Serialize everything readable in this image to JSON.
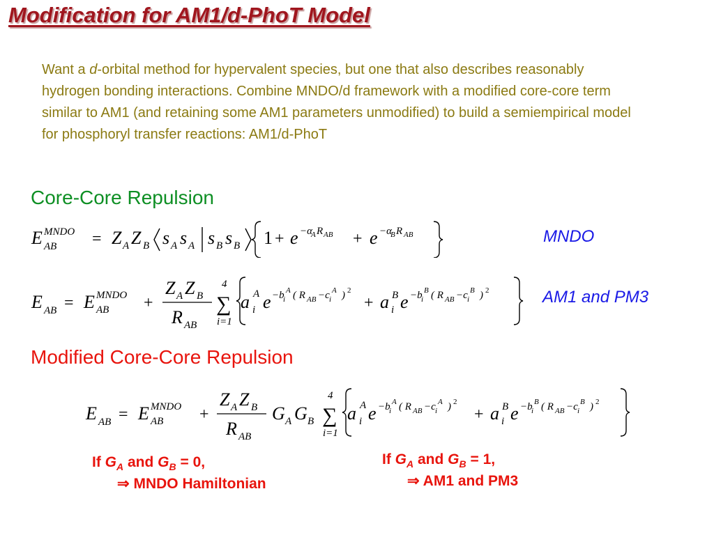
{
  "slide": {
    "title": "Modification for AM1/d-PhoT Model",
    "intro": {
      "part1": "Want a ",
      "italic": "d",
      "part2": "-orbital method for hypervalent species, but one that also describes reasonably hydrogen bonding interactions.  Combine MNDO/d framework with a modified core-core term similar to AM1 (and retaining some AM1 parameters unmodified) to build a semiempirical model for phosphoryl transfer reactions: AM1/d-PhoT"
    },
    "core_heading": "Core-Core Repulsion",
    "mndo_label": "MNDO",
    "am1pm3_label": "AM1 and PM3",
    "modified_heading": "Modified Core-Core Repulsion",
    "cond_left": {
      "if": "If",
      "ga": "G",
      "ga_sub": "A",
      "and": "and",
      "gb": "G",
      "gb_sub": "B",
      "value": "= 0,",
      "arrow": "⇒",
      "result": "MNDO Hamiltonian"
    },
    "cond_right": {
      "if": "If",
      "ga": "G",
      "ga_sub": "A",
      "and": "and",
      "gb": "G",
      "gb_sub": "B",
      "value": "= 1,",
      "arrow": "⇒",
      "result": "AM1 and PM3"
    }
  },
  "colors": {
    "title": "#a0161e",
    "intro": "#8b7a12",
    "green_heading": "#0e8f24",
    "red": "#e8140d",
    "blue_label": "#1a1ae6"
  }
}
